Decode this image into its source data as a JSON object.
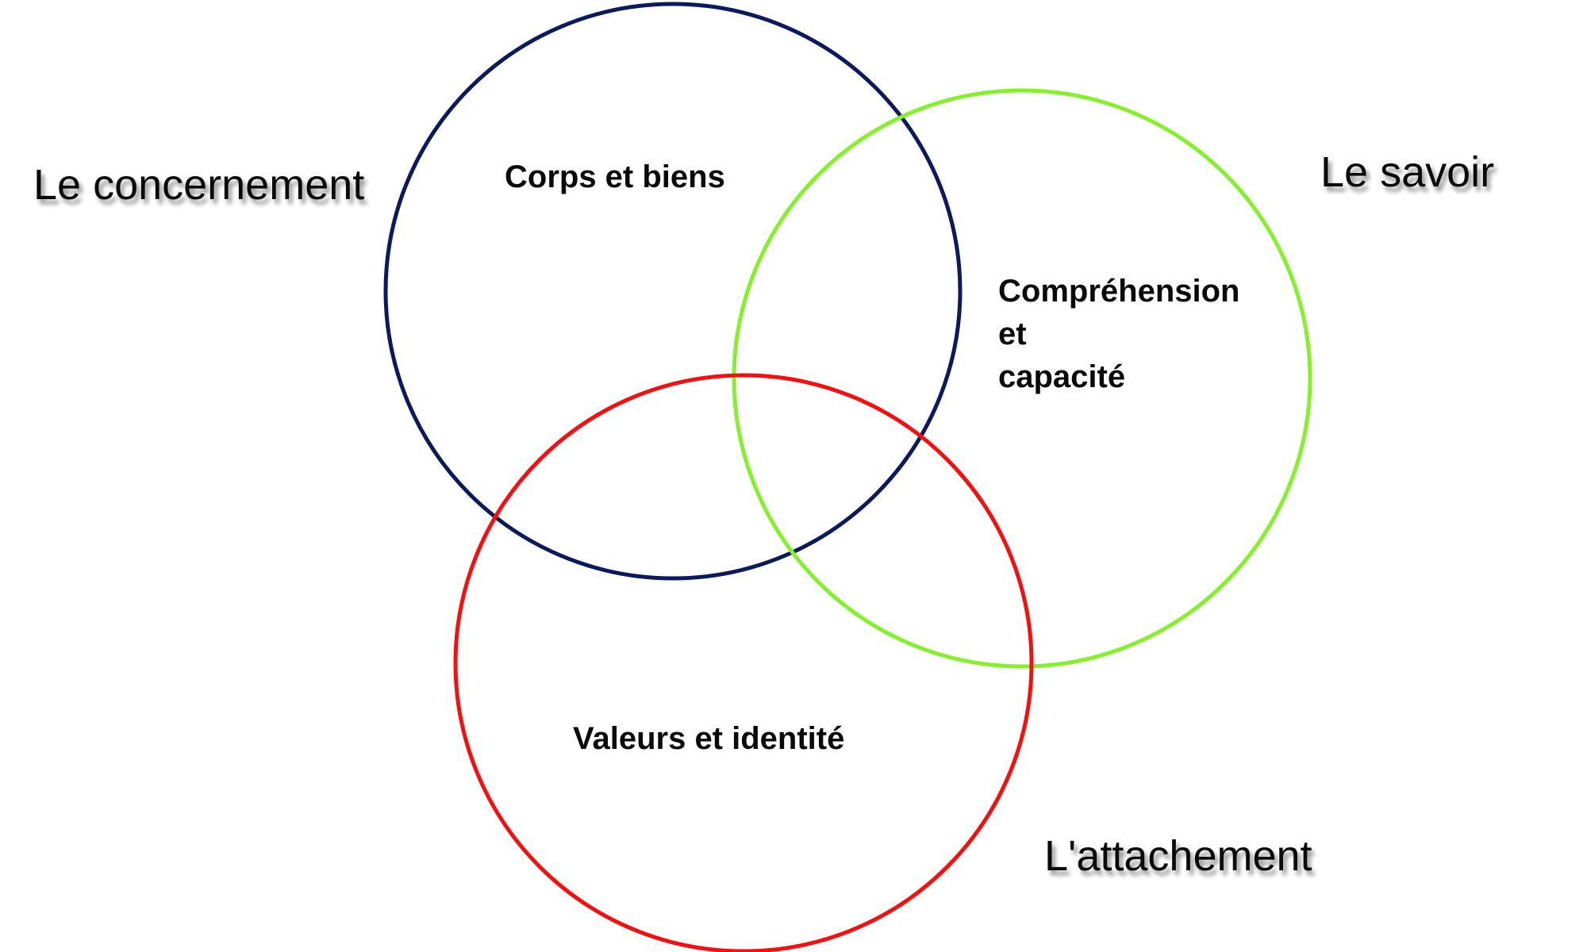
{
  "diagram": {
    "type": "venn",
    "sets": [
      {
        "id": "concernement",
        "outer_label": "Le concernement",
        "inner_label": "Corps et biens",
        "color": "#0b1a5c"
      },
      {
        "id": "savoir",
        "outer_label": "Le savoir",
        "inner_label": "Compréhension\net\ncapacité",
        "color": "#84f12c"
      },
      {
        "id": "attachement",
        "outer_label": "L'attachement",
        "inner_label": "Valeurs et identité",
        "color": "#f50f0f"
      }
    ]
  }
}
